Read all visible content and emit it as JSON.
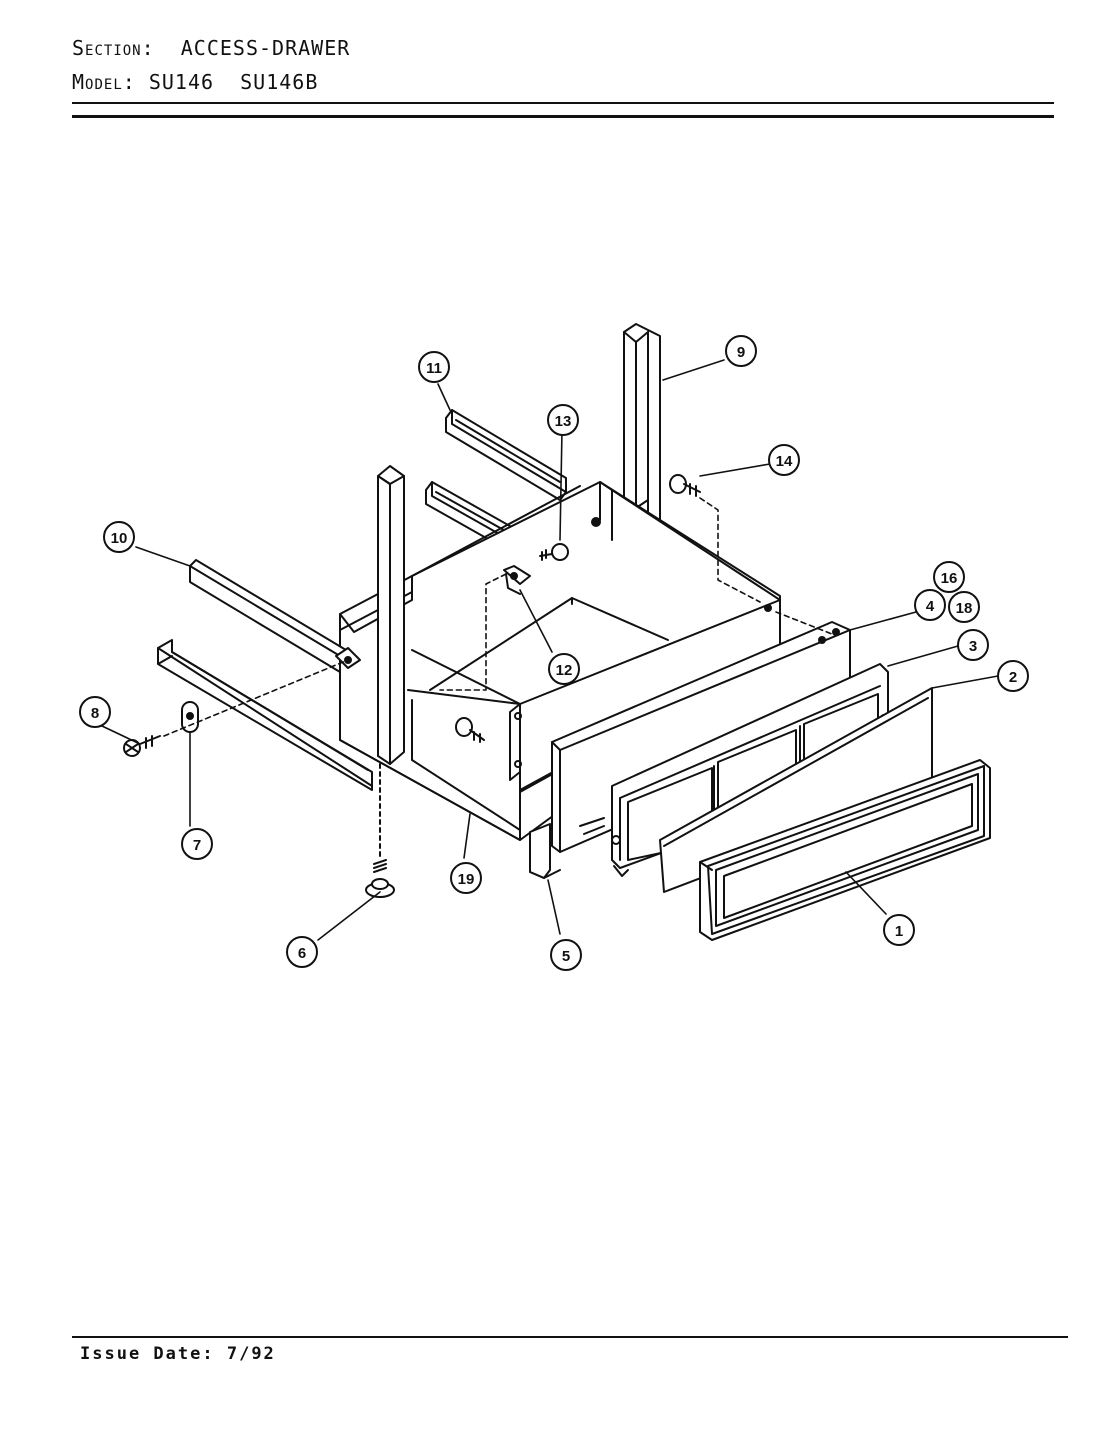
{
  "header": {
    "section_label": "Section:",
    "section_value": "ACCESS-DRAWER",
    "model_label": "Model:",
    "model_value": "SU146  SU146B"
  },
  "callouts": [
    "1",
    "2",
    "3",
    "4",
    "5",
    "6",
    "7",
    "8",
    "9",
    "10",
    "11",
    "12",
    "13",
    "14",
    "16",
    "18",
    "19"
  ],
  "footer": {
    "issue_date_label": "Issue Date:",
    "issue_date_value": "7/92"
  }
}
